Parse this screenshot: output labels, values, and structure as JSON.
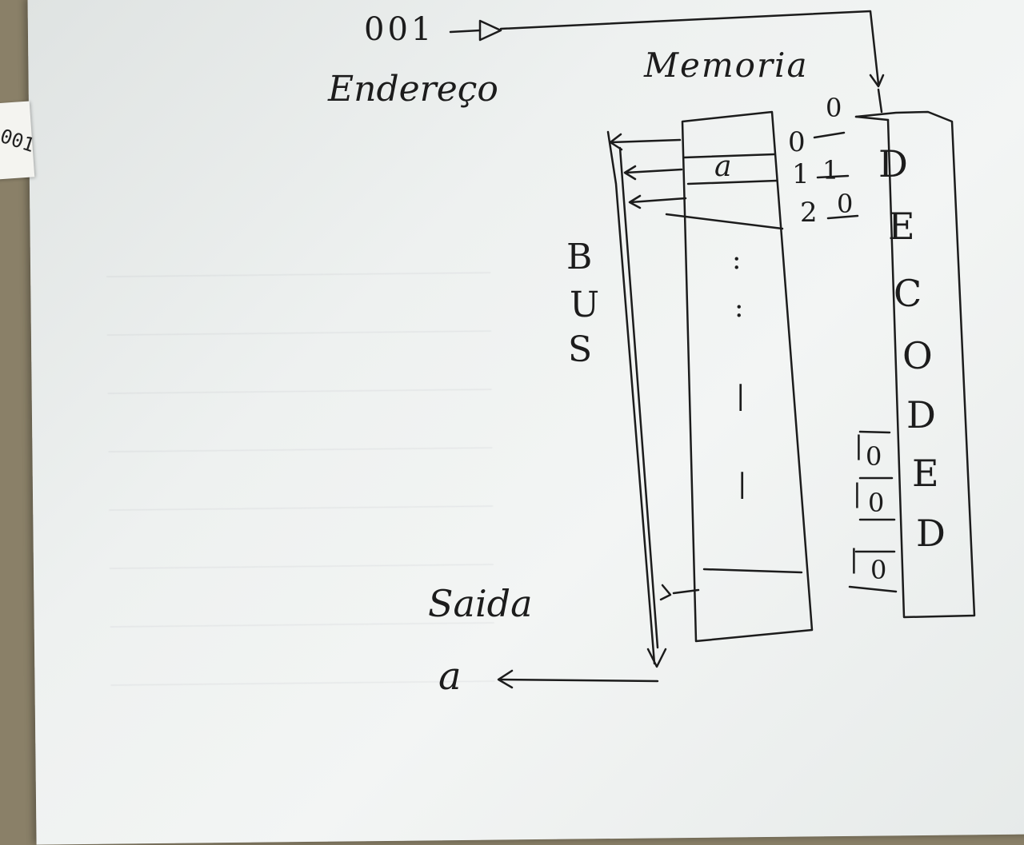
{
  "sticker": {
    "text": "001"
  },
  "address": {
    "value": "001",
    "label": "Endereço"
  },
  "memory": {
    "title": "Memoria",
    "cell_indices": [
      "0",
      "1",
      "2"
    ],
    "stored_value": "a",
    "dots": [
      ":",
      ":",
      "|",
      "|"
    ]
  },
  "decoder": {
    "letters": [
      "D",
      "E",
      "C",
      "O",
      "D",
      "E",
      "D"
    ],
    "line_bits": [
      "0",
      "1",
      "0"
    ],
    "low_bits": [
      "0",
      "0",
      "0"
    ],
    "tick_marks": [
      "|",
      "|",
      "|"
    ]
  },
  "bus": {
    "letters": [
      "B",
      "U",
      "S"
    ]
  },
  "output": {
    "label": "Saida",
    "value": "a"
  },
  "colors": {
    "ink": "#1c1c1c",
    "paper": "#eef1f0",
    "desk": "#8a8068"
  }
}
